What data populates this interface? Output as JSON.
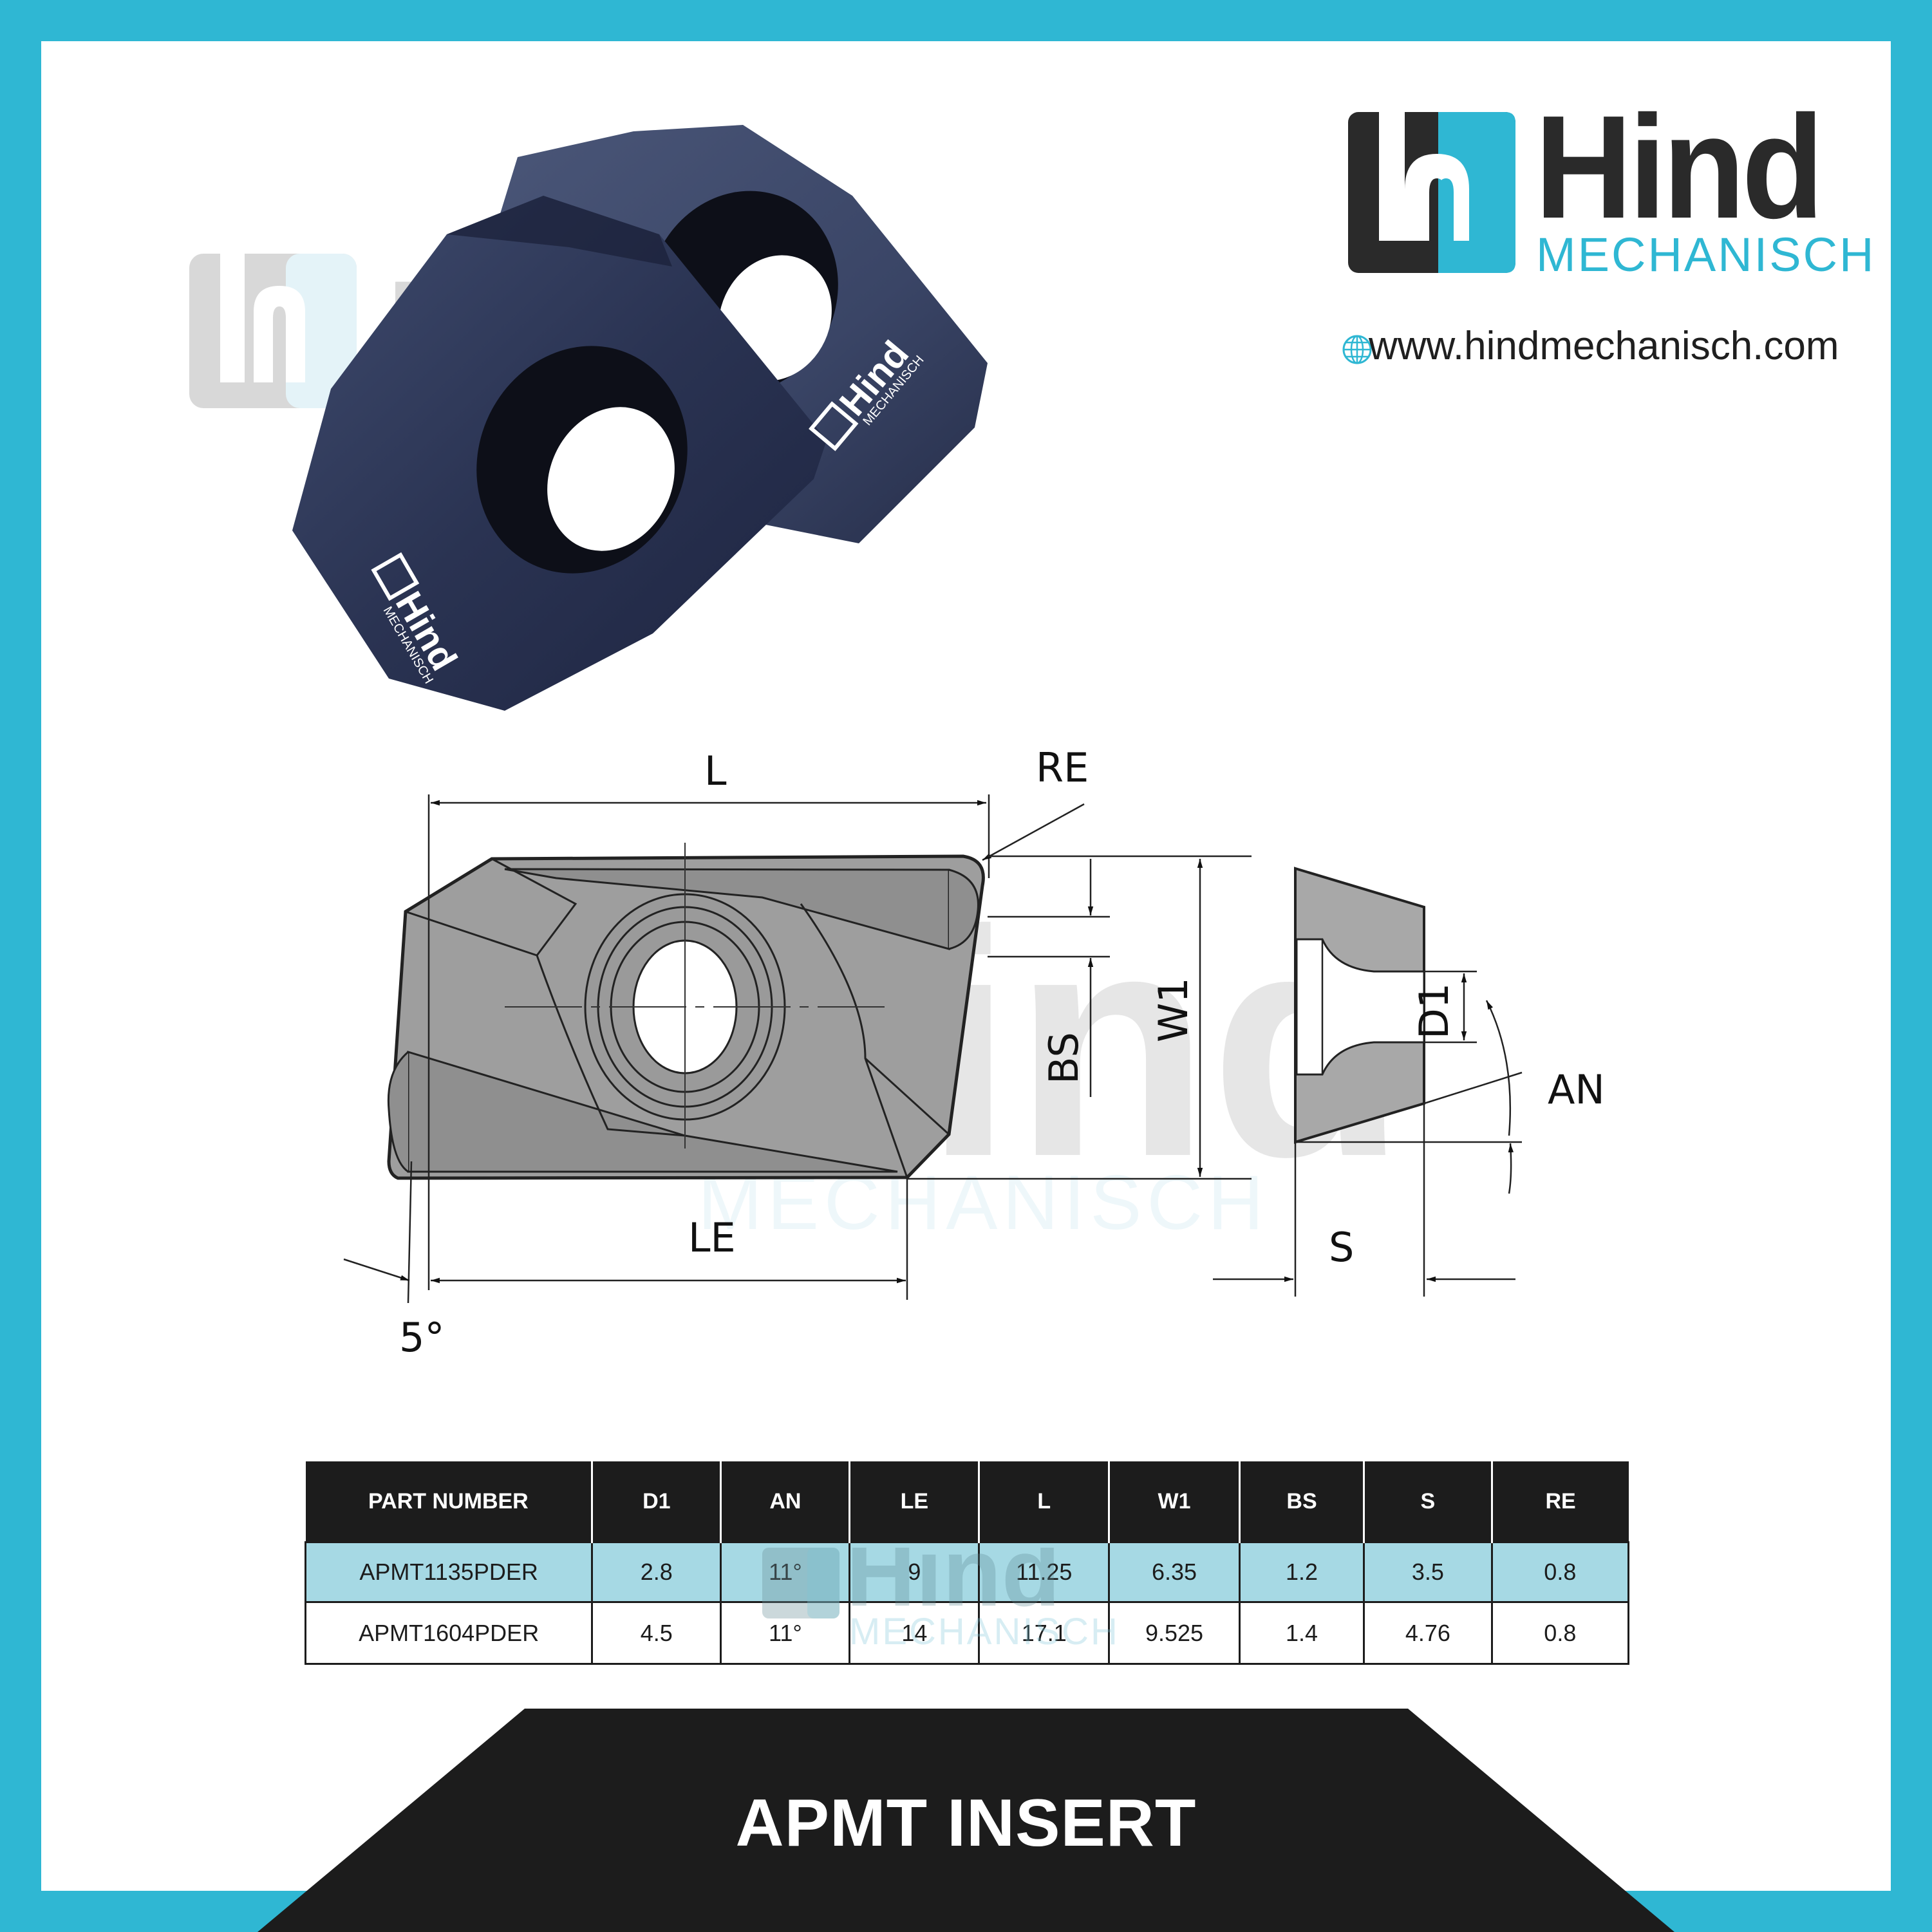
{
  "page": {
    "border_color": "#2fb7d3",
    "background": "#ffffff"
  },
  "brand": {
    "name": "Hind",
    "subtitle": "MECHANISCH",
    "website": "www.hindmechanisch.com",
    "primary_color": "#2a2a2a",
    "accent_color": "#2fb7d3",
    "icons": {
      "logo_mark": "hm-monogram-icon",
      "website": "globe-icon"
    }
  },
  "photo": {
    "subject": "Two dark blue-grey APMT carbide milling inserts with laser-etched Hind Mechanisch logo",
    "etched_text": {
      "brand": "Hind",
      "subtitle": "MECHANISCH"
    }
  },
  "watermark": {
    "brand": "Hind",
    "subtitle": "MECHANISCH"
  },
  "drawing": {
    "labels": {
      "L": "L",
      "RE": "RE",
      "BS": "BS",
      "W1": "W1",
      "LE": "LE",
      "angle_5": "5°",
      "D1": "D1",
      "AN": "AN",
      "S": "S"
    }
  },
  "table": {
    "headers": [
      "PART NUMBER",
      "D1",
      "AN",
      "LE",
      "L",
      "W1",
      "BS",
      "S",
      "RE"
    ],
    "rows": [
      [
        "APMT1135PDER",
        "2.8",
        "11°",
        "9",
        "11.25",
        "6.35",
        "1.2",
        "3.5",
        "0.8"
      ],
      [
        "APMT1604PDER",
        "4.5",
        "11°",
        "14",
        "17.1",
        "9.525",
        "1.4",
        "4.76",
        "0.8"
      ]
    ],
    "highlight_color": "#a6d9e4",
    "header_color": "#1c1c1c"
  },
  "banner": {
    "title": "APMT INSERT",
    "color": "#1c1c1c"
  }
}
